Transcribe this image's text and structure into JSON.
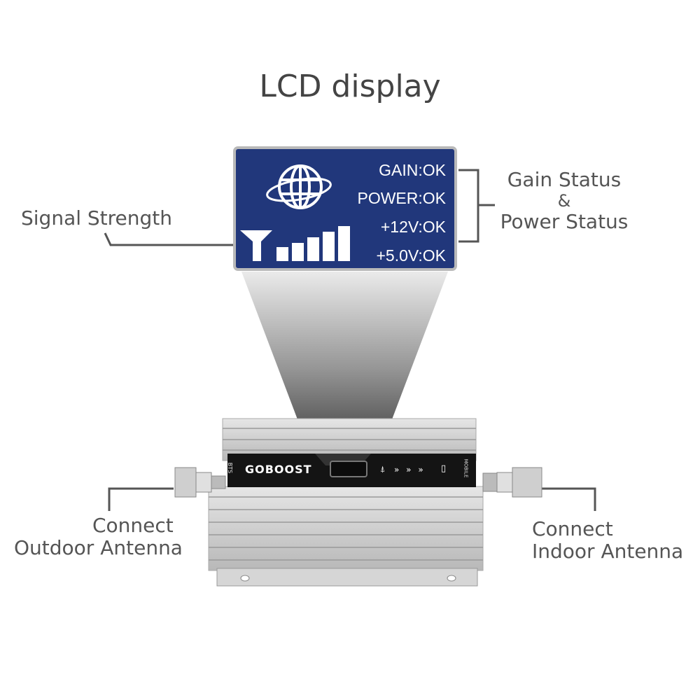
{
  "title": "LCD display",
  "lcd": {
    "lines": [
      "GAIN:OK",
      "POWER:OK",
      "+12V:OK",
      "+5.0V:OK"
    ],
    "background_color": "#21377b",
    "signal_bars": 5
  },
  "annotations": {
    "signal_strength": "Signal Strength",
    "gain_status": "Gain Status",
    "ampersand": "&",
    "power_status": "Power Status",
    "outdoor": [
      "Connect",
      "Outdoor Antenna"
    ],
    "indoor": [
      "Connect",
      "Indoor Antenna"
    ]
  },
  "device": {
    "brand": "GOBOOST",
    "left_port_label": "BTS",
    "right_port_label": "MOBILE",
    "flow_arrows": "» » »"
  }
}
